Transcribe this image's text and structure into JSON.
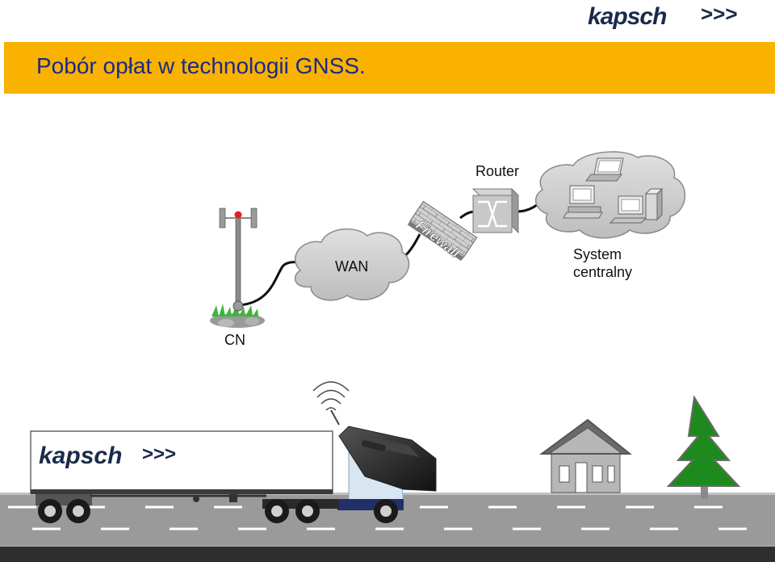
{
  "header": {
    "brand": "kapsch",
    "brand_chevrons": ">>>",
    "title": "Pobór opłat w technologii GNSS."
  },
  "diagram": {
    "router_label": "Router",
    "wan_label": "WAN",
    "firewall_label": "Firewall",
    "system_label_line1": "System",
    "system_label_line2": "centralny",
    "cn_label": "CN"
  },
  "truck": {
    "trailer_brand": "kapsch",
    "trailer_chevrons": ">>>"
  },
  "colors": {
    "title_bar": "#f9b200",
    "title_text": "#1b2a8a",
    "brand_dark": "#1a2a4a",
    "road": "#9a9a9a",
    "tree": "#1e8a1e"
  }
}
